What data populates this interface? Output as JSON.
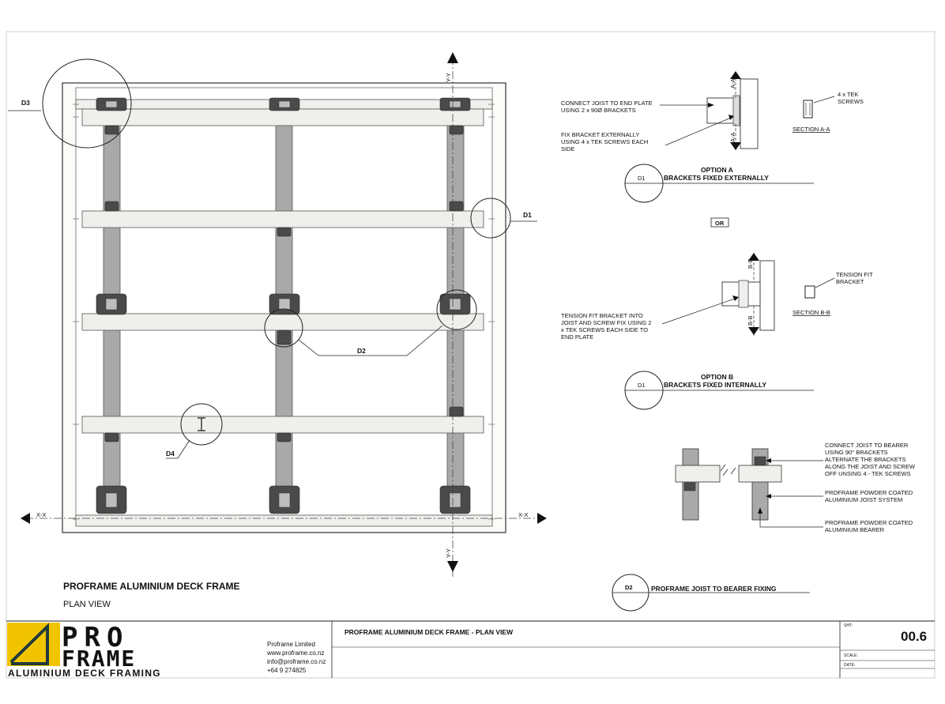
{
  "plan": {
    "axis_y_top": "Y-Y",
    "axis_y_bottom": "Y-Y",
    "axis_x_left": "X-X",
    "axis_x_right": "X-X",
    "callout_d1": "D1",
    "callout_d2": "D2",
    "callout_d3": "D3",
    "callout_d4": "D4",
    "title": "PROFRAME ALUMINIUM DECK FRAME",
    "subtitle": "PLAN VIEW"
  },
  "option_a": {
    "note1": [
      "CONNECT JOIST TO END PLATE",
      "USING 2 x 90Ø BRACKETS"
    ],
    "note2": [
      "FIX BRACKET EXTERNALLY",
      "USING 4 x TEK SCREWS EACH",
      "SIDE"
    ],
    "section_mark": "A-A",
    "tek_note": [
      "4 x TEK",
      "SCREWS"
    ],
    "section_title": "SECTION A-A",
    "detail_ref": "D1",
    "title_line1": "OPTION A",
    "title_line2": "BRACKETS FIXED EXTERNALLY"
  },
  "or_label": "OR",
  "option_b": {
    "section_mark": "B-B",
    "tension_note": [
      "TENSION FIT",
      "BRACKET"
    ],
    "section_title": "SECTION B-B",
    "note1": [
      "TENSION FIT BRACKET INTO",
      "JOIST AND SCREW FIX USING 2",
      "x TEK SCREWS EACH SIDE TO",
      "END PLATE"
    ],
    "detail_ref": "D1",
    "title_line1": "OPTION B",
    "title_line2": "BRACKETS FIXED INTERNALLY"
  },
  "d2_detail": {
    "note1": [
      "CONNECT JOIST TO BEARER",
      "USING 90° BRACKETS",
      "ALTERNATE THE BRACKETS",
      "ALONG THE JOIST AND SCREW",
      "OFF UNSING 4 - TEK SCREWS"
    ],
    "note2": [
      "PROFRAME POWDER COATED",
      "ALUMINIUM  JOIST SYSTEM"
    ],
    "note3": [
      "PROFRAME POWDER COATED",
      "ALUMINIUM BEARER"
    ],
    "detail_ref": "D2",
    "title": "PROFRAME JOIST TO BEARER FIXING"
  },
  "title_block": {
    "logo_line1": "PRO",
    "logo_line2": "FRAME",
    "logo_tagline": "ALUMINIUM DECK FRAMING",
    "company": "Proframe Limited",
    "website": "www.proframe.co.nz",
    "email": "info@proframe.co.nz",
    "phone": "+64 9 274825",
    "drawing_title": "PROFRAME ALUMINIUM DECK FRAME - PLAN VIEW",
    "sht_label": "SHT:",
    "sheet_number": "00.6",
    "scale_label": "SCALE:",
    "date_label": "DATE:"
  },
  "colors": {
    "bearer_grey": "#a9a9a9",
    "joist_fill": "#efefec",
    "bracket_dark": "#4a4a4a",
    "logo_yellow": "#f2c400",
    "logo_dark": "#1f3b3b"
  }
}
